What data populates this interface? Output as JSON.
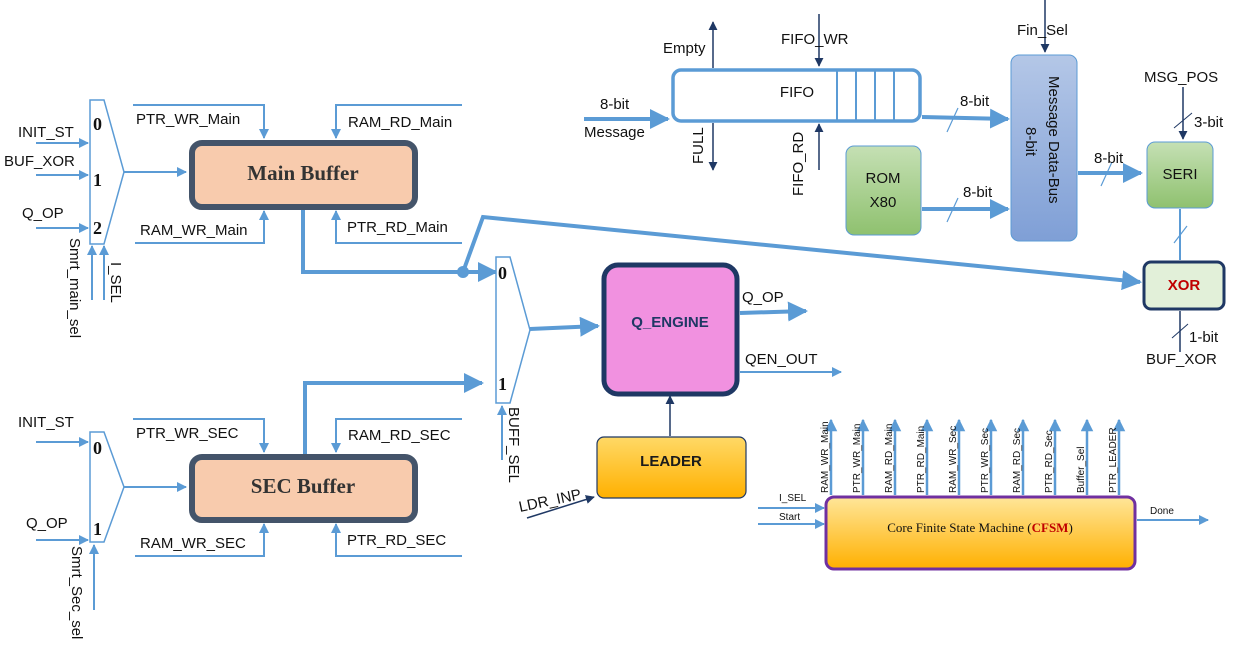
{
  "blocks": {
    "main_buffer": "Main Buffer",
    "sec_buffer": "SEC Buffer",
    "q_engine": "Q_ENGINE",
    "leader": "LEADER",
    "fifo": "FIFO",
    "rom_line1": "ROM",
    "rom_line2": "X80",
    "message_bus": "Message  Data-Bus",
    "message_bus_width": "8-bit",
    "seri": "SERI",
    "xor": "XOR",
    "cfsm_prefix": "Core Finite State Machine (",
    "cfsm_abbrev": "CFSM",
    "cfsm_suffix": ")"
  },
  "mux_main": {
    "inputs": [
      "INIT_ST",
      "BUF_XOR",
      "Q_OP"
    ],
    "ports": [
      "0",
      "1",
      "2"
    ],
    "selects": [
      "Smrt_main_sel",
      "I_SEL"
    ]
  },
  "mux_sec": {
    "inputs": [
      "INIT_ST",
      "Q_OP"
    ],
    "ports": [
      "0",
      "1"
    ],
    "select": "Smrt_Sec_sel"
  },
  "mux_buff": {
    "ports": [
      "0",
      "1"
    ],
    "select": "BUFF_SEL"
  },
  "main_buffer_signals": {
    "ptr_wr": "PTR_WR_Main",
    "ram_rd": "RAM_RD_Main",
    "ram_wr": "RAM_WR_Main",
    "ptr_rd": "PTR_RD_Main"
  },
  "sec_buffer_signals": {
    "ptr_wr": "PTR_WR_SEC",
    "ram_rd": "RAM_RD_SEC",
    "ram_wr": "RAM_WR_SEC",
    "ptr_rd": "PTR_RD_SEC"
  },
  "q_engine_signals": {
    "q_op": "Q_OP",
    "qen_out": "QEN_OUT"
  },
  "leader_signals": {
    "ldr_inp": "LDR_INP"
  },
  "fifo_signals": {
    "empty": "Empty",
    "fifo_wr": "FIFO_WR",
    "full": "FULL",
    "fifo_rd": "FIFO_RD",
    "in_width": "8-bit",
    "in_name": "Message",
    "out_width": "8-bit"
  },
  "rom_signals": {
    "out_width": "8-bit"
  },
  "bus_signals": {
    "fin_sel": "Fin_Sel",
    "out_width": "8-bit"
  },
  "seri_signals": {
    "msg_pos": "MSG_POS",
    "msg_pos_width": "3-bit"
  },
  "xor_signals": {
    "out_width": "1-bit",
    "out_name": "BUF_XOR"
  },
  "cfsm_signals": {
    "outputs": [
      "RAM_WR_Main",
      "PTR_WR_Main",
      "RAM_RD_Main",
      "PTR_RD_Main",
      "RAM_WR_Sec",
      "PTR_WR_Sec",
      "RAM_RD_Sec",
      "PTR_RD_Sec",
      "Buffer_Sel",
      "PTR_LEADER"
    ],
    "i_sel": "I_SEL",
    "start": "Start",
    "done": "Done"
  },
  "colors": {
    "wire": "#5b9bd5",
    "buffer_fill": "#f8cbad",
    "buffer_border": "#44546a",
    "q_engine_fill": "#f191e0",
    "q_engine_border": "#1f3864",
    "leader_fill": "#ffc000",
    "rom_fill": "#a9d18e",
    "bus_fill": "#8ea9db",
    "xor_fill": "#e2f0d9",
    "xor_text": "#c00000",
    "cfsm_fill": "#ffc000",
    "cfsm_border": "#7030a0"
  }
}
